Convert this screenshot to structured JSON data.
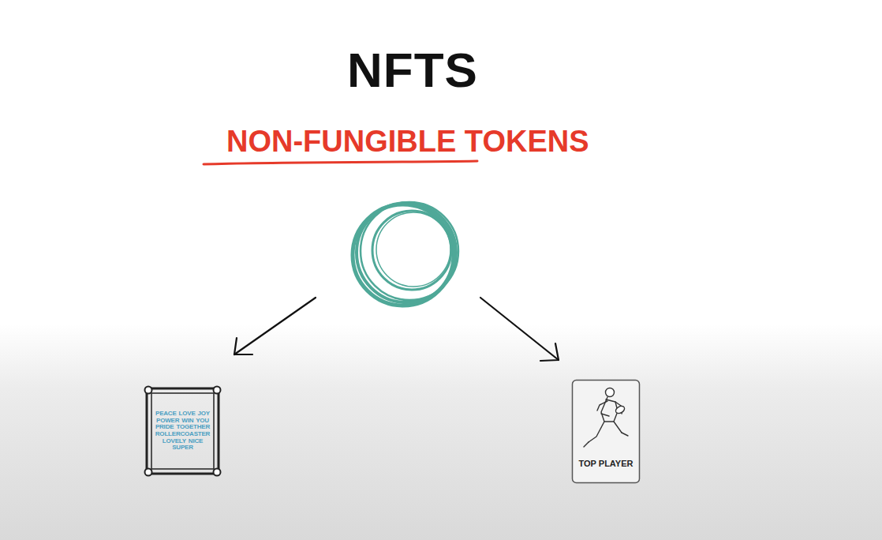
{
  "diagram": {
    "title": "NFTS",
    "nodes": [
      {
        "text": [
          "PEACE LOVE JOY POWER WIN YOU PRIDE TOGETHER ROLLERCOASTER LOVELY NICE SUPER"
        ]
      },
      {
        "text": [
          "TOP PLAYER"
        ]
      }
    ],
    "labels": [
      "NON-FUNGIBLE TOKENS"
    ]
  }
}
